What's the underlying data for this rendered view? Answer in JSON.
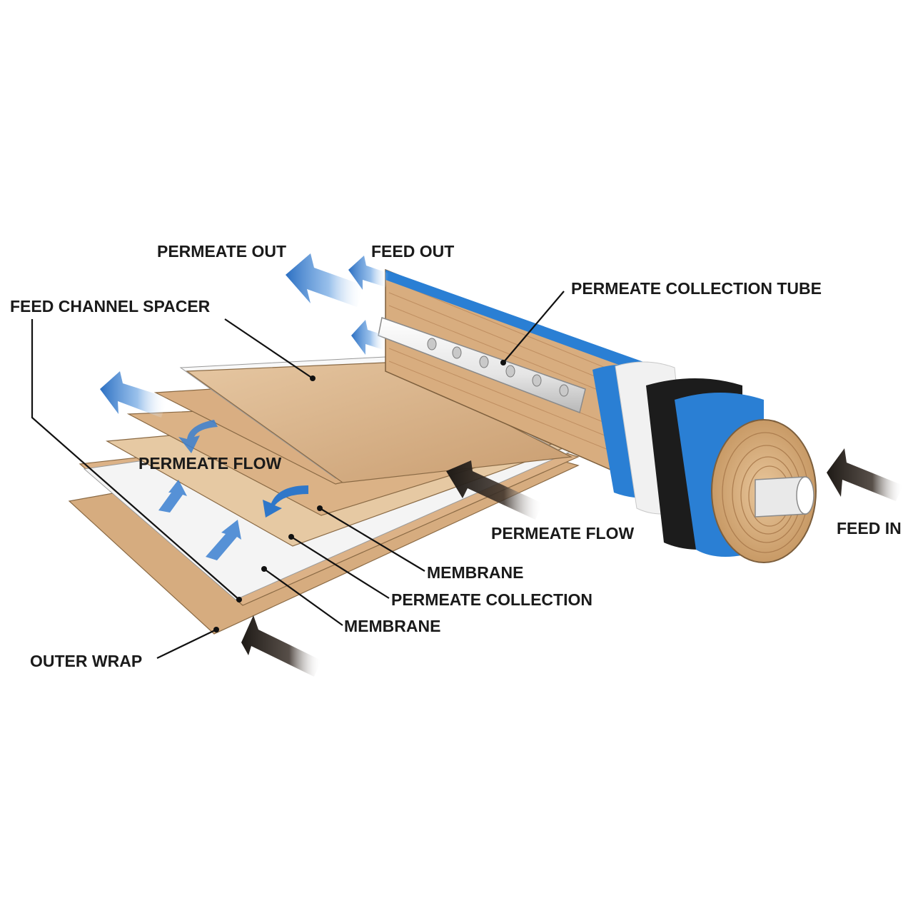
{
  "labels": {
    "permeate_out": "PERMEATE OUT",
    "feed_out": "FEED OUT",
    "permeate_collection_tube": "PERMEATE COLLECTION TUBE",
    "feed_channel_spacer": "FEED CHANNEL SPACER",
    "permeate_flow_left": "PERMEATE FLOW",
    "permeate_flow_center": "PERMEATE FLOW",
    "feed_in": "FEED IN",
    "membrane_upper": "MEMBRANE",
    "permeate_collection": "PERMEATE COLLECTION",
    "membrane_lower": "MEMBRANE",
    "outer_wrap": "OUTER WRAP"
  },
  "colors": {
    "membrane_tan": "#d9b48c",
    "membrane_light": "#e8cfae",
    "spacer_white": "#f7f7f7",
    "band_blue": "#2a7fd4",
    "band_white": "#f2f2f2",
    "band_black": "#1c1c1c",
    "flow_blue": "#2f77c9",
    "feed_arrow": "#2a2520"
  }
}
